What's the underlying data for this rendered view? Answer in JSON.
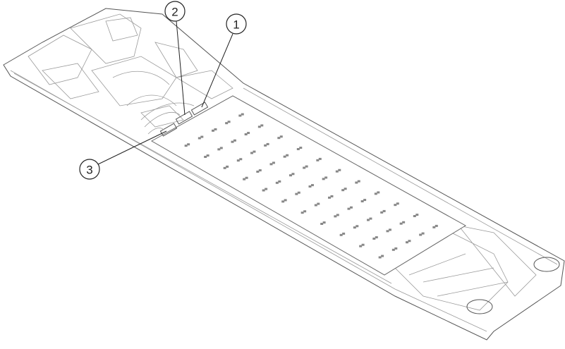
{
  "figure": {
    "callouts": [
      {
        "label": "1",
        "target": "connector-1"
      },
      {
        "label": "2",
        "target": "connector-2"
      },
      {
        "label": "3",
        "target": "connector-3"
      }
    ]
  }
}
